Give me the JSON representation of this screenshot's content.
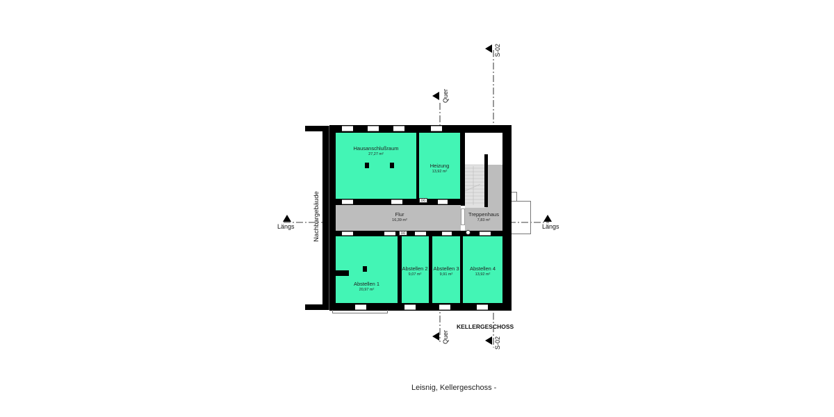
{
  "drawing": {
    "floor_title": "KELLERGESCHOSS",
    "caption": "Leisnig, Kellergeschoss -",
    "neighbor_label": "Nachbargebäude",
    "colors": {
      "room_fill": "#43f5b5",
      "circulation_fill": "#bdbdbd",
      "wall": "#000000"
    }
  },
  "rooms": [
    {
      "name": "Hausanschlußraum",
      "area": "27,27 m²"
    },
    {
      "name": "Heizung",
      "area": "13,92 m²"
    },
    {
      "name": "Flur",
      "area": "16,39 m²"
    },
    {
      "name": "Treppenhaus",
      "area": "7,83 m²"
    },
    {
      "name": "Abstellen 1",
      "area": "20,97 m²"
    },
    {
      "name": "Abstellen 2",
      "area": "9,07 m²"
    },
    {
      "name": "Abstellen 3",
      "area": "9,91 m²"
    },
    {
      "name": "Abstellen 4",
      "area": "13,92 m²"
    }
  ],
  "section_markers": {
    "laengs_left": "Längs",
    "laengs_right": "Längs",
    "quer_top": "Quer",
    "quer_bottom": "Quer",
    "s02_top": "S-02",
    "s02_bottom": "S-02"
  }
}
